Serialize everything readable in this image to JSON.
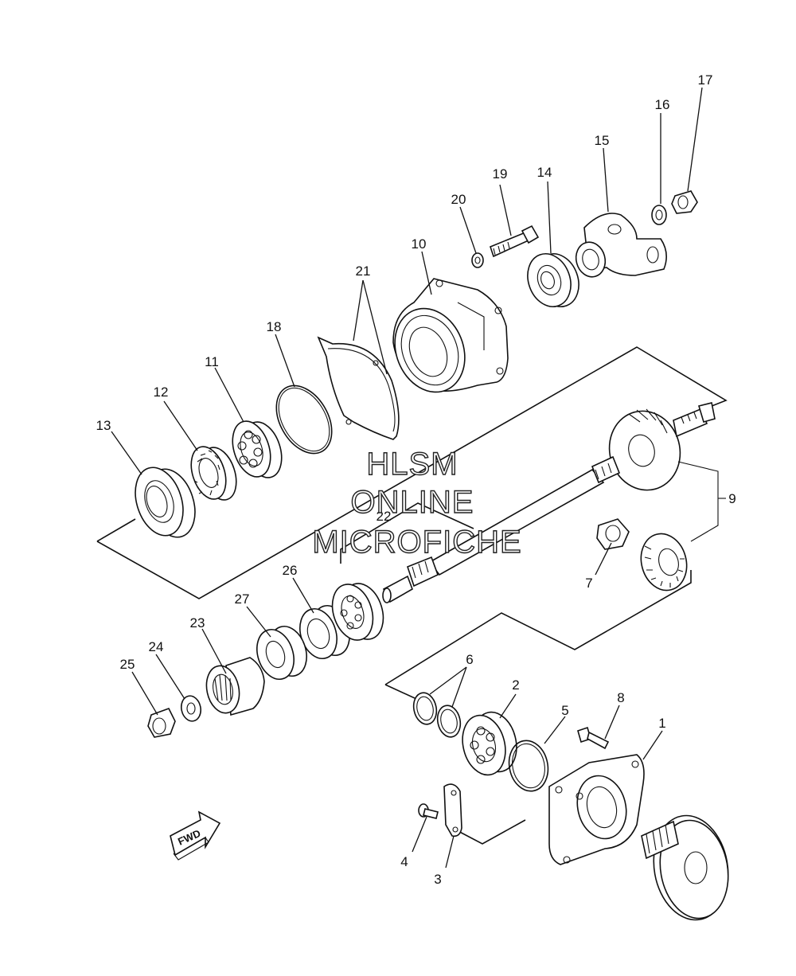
{
  "diagram": {
    "watermark": [
      "HLSM",
      "ONLINE",
      "MICROFICHE"
    ],
    "direction_label": "FWD",
    "callouts": {
      "p1": "1",
      "p2": "2",
      "p3": "3",
      "p4": "4",
      "p5": "5",
      "p6": "6",
      "p7": "7",
      "p8": "8",
      "p9": "9",
      "p10": "10",
      "p11": "11",
      "p12": "12",
      "p13": "13",
      "p14": "14",
      "p15": "15",
      "p16": "16",
      "p17": "17",
      "p18": "18",
      "p19": "19",
      "p20": "20",
      "p21": "21",
      "p22": "22",
      "p23": "23",
      "p24": "24",
      "p25": "25",
      "p26": "26",
      "p27": "27"
    }
  }
}
